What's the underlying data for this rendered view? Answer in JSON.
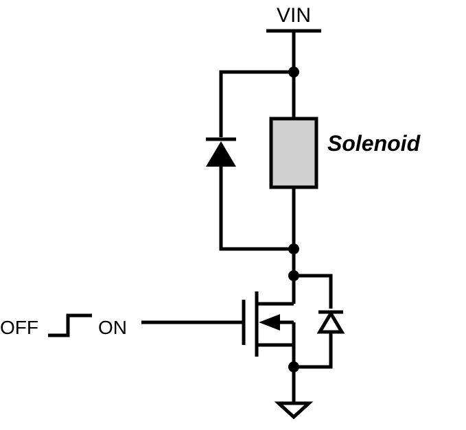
{
  "labels": {
    "vin": "VIN",
    "solenoid": "Solenoid",
    "off": "OFF",
    "on": "ON"
  },
  "colors": {
    "wire": "#000000",
    "solenoid_fill": "#d0d0d0",
    "background": "#ffffff"
  },
  "components": {
    "supply": "VIN rail",
    "load": "solenoid",
    "flyback_diode": "diode across solenoid",
    "switch": "n-channel MOSFET with body diode",
    "gate_signal": "step from OFF to ON",
    "ground": "ground symbol"
  }
}
